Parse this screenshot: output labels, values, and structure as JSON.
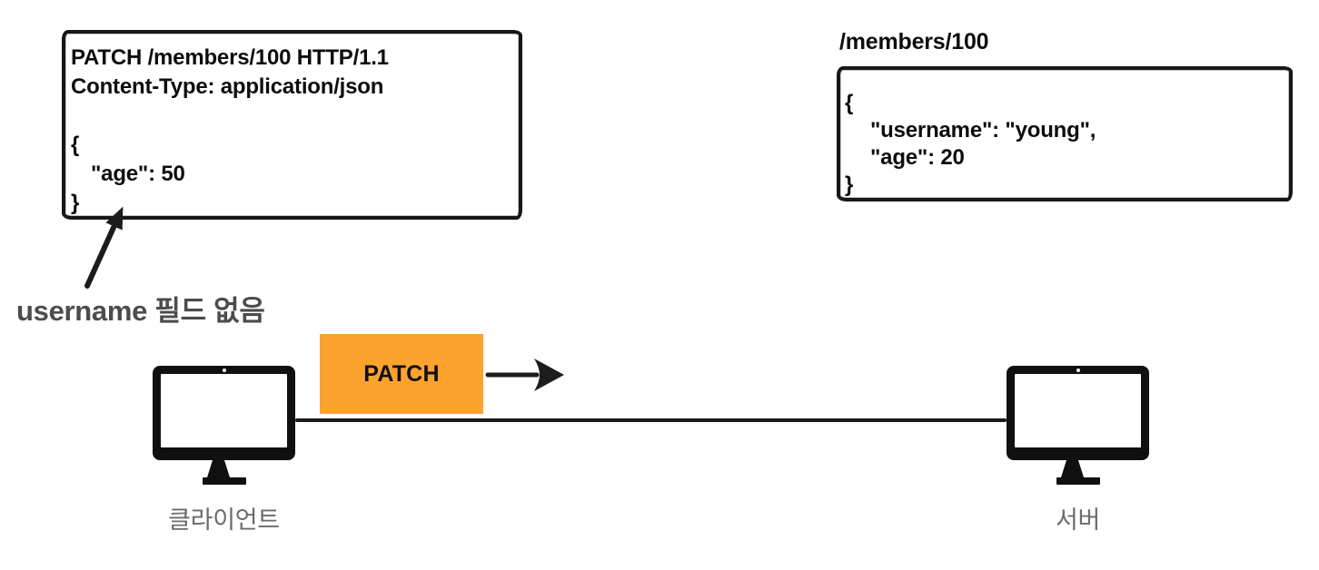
{
  "request_box": {
    "request_line": "PATCH /members/100 HTTP/1.1",
    "header_line": "Content-Type: application/json",
    "brace_open": "{",
    "body_field": "\"age\": 50",
    "brace_close": "}"
  },
  "resource_box": {
    "title": "/members/100",
    "brace_open": "{",
    "field_username": "\"username\": \"young\",",
    "field_age": "\"age\": 20",
    "brace_close": "}"
  },
  "annotation": {
    "label": "username 필드 없음"
  },
  "flow": {
    "method_label": "PATCH"
  },
  "nodes": {
    "client_label": "클라이언트",
    "server_label": "서버"
  },
  "colors": {
    "method_box_orange": "#FCA22F",
    "annotation_gray": "#4C4C4C",
    "node_label_gray": "#6B6B6B",
    "stroke_black": "#171717"
  }
}
